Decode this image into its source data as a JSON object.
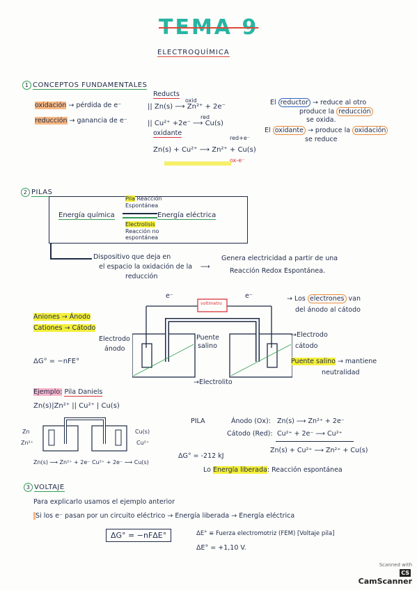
{
  "header": {
    "title": "TEMA 9",
    "subtitle": "ELECTROQUÍMICA"
  },
  "s1": {
    "num": "1",
    "heading": "CONCEPTOS FUNDAMENTALES",
    "ox_label": "oxidación",
    "ox_def": "pérdida de e⁻",
    "red_label": "reducción",
    "red_def": "ganancia de e⁻",
    "reducts": "Reducts",
    "oxid": "oxid",
    "eq1": "|| Zn(s) ⟶ Zn²⁺ + 2e⁻",
    "eq2": "|| Cu²⁺ +2e⁻ ⟶ Cu(s)",
    "red_abbr": "red",
    "oxidante": "oxidante",
    "red_e": "red+e⁻",
    "eq3": "Zn(s) + Cu²⁺ ⟶ Zn²⁺ + Cu(s)",
    "ox_e": "ox-e⁻",
    "el1": "El",
    "reductor": "reductor",
    "reductor_t1": "reduce al otro",
    "reductor_t2": "produce la",
    "reduccion": "reducción",
    "reductor_t3": "se oxida.",
    "el2": "El",
    "oxidante2": "oxidante",
    "oxidante_t1": "produce la",
    "oxidacion": "oxidación",
    "oxidante_t2": "se reduce"
  },
  "s2": {
    "num": "2",
    "heading": "PILAS",
    "quimica": "Energía química",
    "electrica": "Energía eléctrica",
    "pila1": "Pila",
    "pila2": "Reacción",
    "pila3": "Espontánea",
    "elec1": "Electrolisis",
    "elec2": "Reacción no",
    "elec3": "espontánea",
    "disp1": "Dispositivo que deja en",
    "disp2": "el espacio la oxidación de la",
    "disp3": "reducción",
    "genera1": "Genera electricidad a partir de una",
    "genera2": "Reacción Redox Espontánea.",
    "e_left": "e⁻",
    "voltimetro": "voltímetro",
    "e_right": "e⁻",
    "los": "Los",
    "electrones": "electrones",
    "van": "van",
    "del_anodo": "del ánodo al cátodo",
    "aniones": "Aniones → Ánodo",
    "cationes": "Cationes → Cátodo",
    "electrodo_a1": "Electrodo",
    "electrodo_a2": "ánodo",
    "puente1": "Puente",
    "puente2": "salino",
    "electrodo_c1": "Electrodo",
    "electrodo_c2": "cátodo",
    "dg": "ΔG° = −nFE°",
    "puente_salino": "Puente salino",
    "mantiene": "mantiene",
    "neutralidad": "neutralidad",
    "electrolito": "Electrolito",
    "ejemplo": "Ejemplo:",
    "pila_daniels": "Pila Daniels",
    "notation": "Zn(s)|Zn²⁺ || Cu²⁺ | Cu(s)",
    "zn": "Zn",
    "zn2": "Zn²⁺",
    "cus": "Cu(s)",
    "cu2": "Cu²⁺",
    "bottom_eq": "Zn(s) ⟶ Zn²⁺ + 2e⁻    Cu²⁺ + 2e⁻ ⟶ Cu(s)",
    "pila_lbl": "PILA",
    "anodo": "Ánodo (Ox):",
    "anodo_eq": "Zn(s) ⟶ Zn²⁺ + 2e⁻",
    "catodo": "Cátodo (Red):",
    "catodo_eq": "Cu²⁺ + 2e⁻ ⟶ Cu²⁺",
    "total_eq": "Zn(s) + Cu²⁺ ⟶ Zn²⁺ + Cu(s)",
    "dg_val": "ΔG° = -212 kJ",
    "lo": "Lo",
    "energia_lib": "Energía liberada",
    "reaccion_esp": ": Reacción espontánea"
  },
  "s3": {
    "num": "3",
    "heading": "VOLTAJE",
    "para": "Para explicarlo usamos el ejemplo anterior",
    "si": "Si los e⁻ pasan por un circuito eléctrico → Energía liberada → Energía eléctrica",
    "formula": "ΔG° = −nFΔE°",
    "fem": "ΔE° ≡ Fuerza electromotriz (FEM) [Voltaje pila]",
    "val": "ΔE° = +1,10 V."
  },
  "footer": {
    "scanned": "Scanned with",
    "app": "CamScanner"
  }
}
